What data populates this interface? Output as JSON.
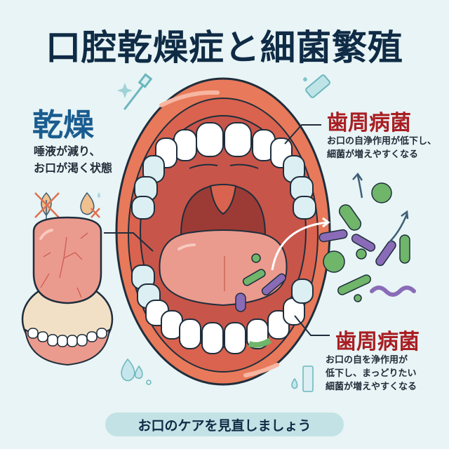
{
  "header": {
    "title": "口腔乾燥症と細菌繁殖"
  },
  "dry_section": {
    "heading": "乾燥",
    "description_line1": "唾液が減り、",
    "description_line2": "お口が渇く状態"
  },
  "perio_top": {
    "heading": "歯周病菌",
    "description_line1": "お口の自浄作用が低下し、",
    "description_line2": "細菌が増えやすくなる"
  },
  "perio_bottom": {
    "heading": "歯周病菌",
    "description_line1": "お口の自を浄作用が",
    "description_line2": "低下し、まっどりたい",
    "description_line3": "細菌が増えやすくなる"
  },
  "footer": {
    "call_to_action": "お口のケアを見直しましょう"
  },
  "icons": [
    "toothbrush-icon",
    "sparkle-icon",
    "toothpaste-icon",
    "water-drop-icon",
    "leaf-crossed-icon",
    "drop-crossed-icon",
    "bacteria-icon",
    "arrow-up-icon"
  ],
  "colors": {
    "background": "#e8f4f5",
    "title": "#0f2b45",
    "dry_heading": "#1a5c8f",
    "perio_heading": "#a91e23",
    "lip": "#e8795a",
    "mouth_inner": "#c8554a",
    "tongue": "#eb9a8e",
    "bacteria_green": "#6fb56a",
    "bacteria_purple": "#8a6bb8",
    "pill": "#c3e2e6"
  }
}
